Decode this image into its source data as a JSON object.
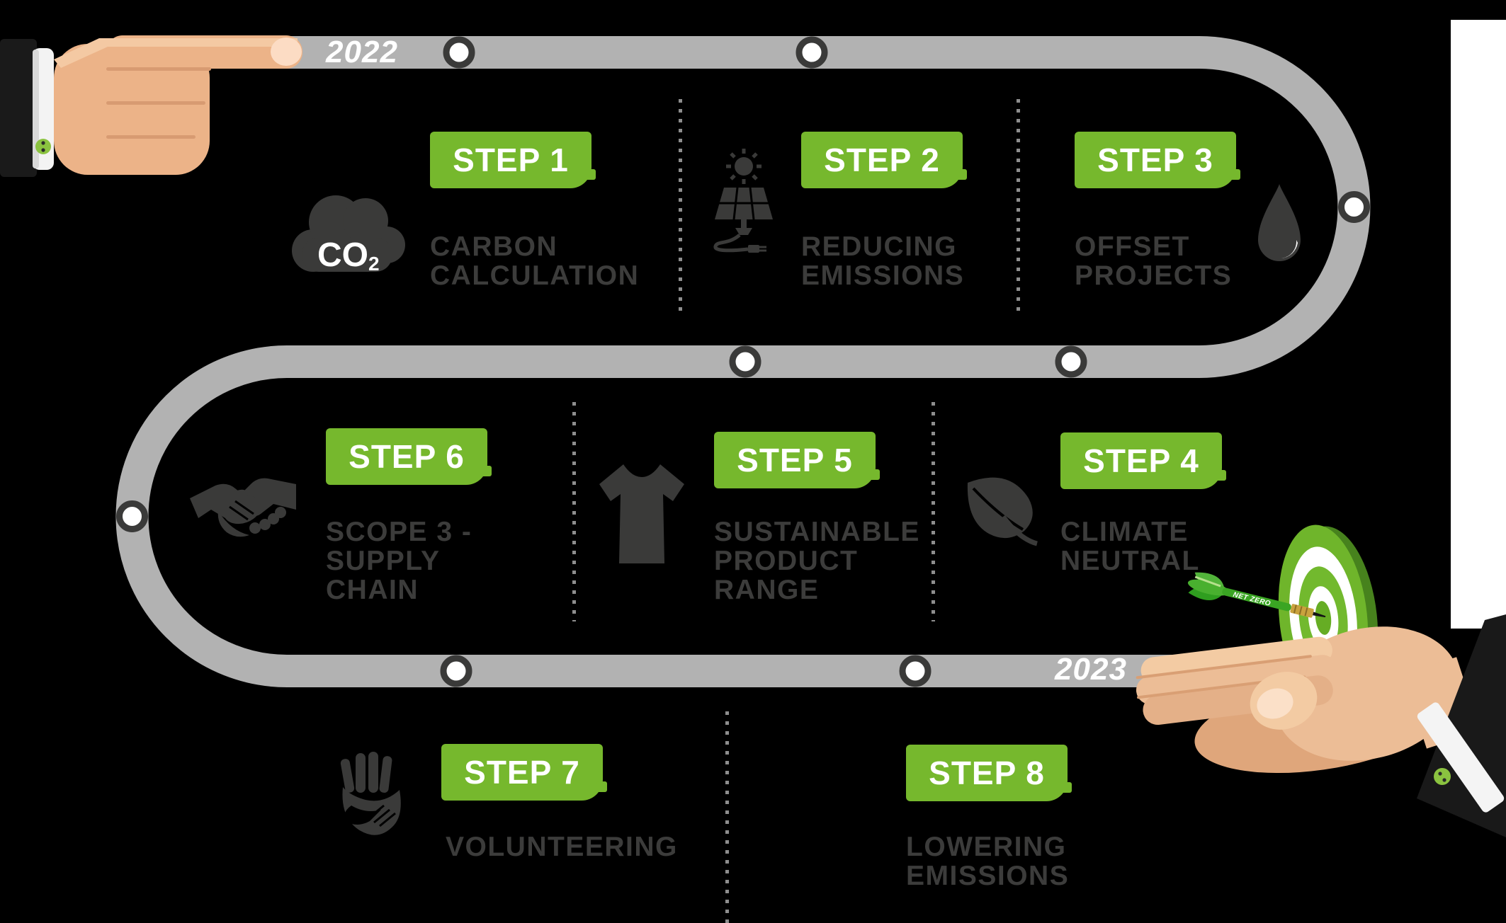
{
  "years": {
    "start": "2022",
    "end": "2023"
  },
  "steps": [
    {
      "id": 1,
      "badge": "STEP 1",
      "lines": [
        "CARBON",
        "CALCULATION"
      ],
      "icon": "co2-cloud"
    },
    {
      "id": 2,
      "badge": "STEP 2",
      "lines": [
        "REDUCING",
        "EMISSIONS"
      ],
      "icon": "solar-panel"
    },
    {
      "id": 3,
      "badge": "STEP 3",
      "lines": [
        "OFFSET",
        "PROJECTS"
      ],
      "icon": "water-drop"
    },
    {
      "id": 4,
      "badge": "STEP 4",
      "lines": [
        "CLIMATE",
        "NEUTRAL"
      ],
      "icon": "leaf"
    },
    {
      "id": 5,
      "badge": "STEP 5",
      "lines": [
        "SUSTAINABLE",
        "PRODUCT",
        "RANGE"
      ],
      "icon": "t-shirt"
    },
    {
      "id": 6,
      "badge": "STEP 6",
      "lines": [
        "SCOPE 3 -",
        "SUPPLY",
        "CHAIN"
      ],
      "icon": "handshake"
    },
    {
      "id": 7,
      "badge": "STEP 7",
      "lines": [
        "VOLUNTEERING"
      ],
      "icon": "helping-hand"
    },
    {
      "id": 8,
      "badge": "STEP 8",
      "lines": [
        "LOWERING",
        "EMISSIONS"
      ],
      "icon": null
    }
  ],
  "co2": {
    "formula": "CO",
    "subscript": "2"
  },
  "dart": {
    "label": "NET ZERO"
  },
  "colors": {
    "background": "#000000",
    "accent_green": "#76b82d",
    "road_gray": "#b2b2b2",
    "ink_dark": "#3c3c3b",
    "marker_ring": "#3a3a39",
    "dot_gray": "#8e8e8e",
    "white": "#ffffff"
  }
}
